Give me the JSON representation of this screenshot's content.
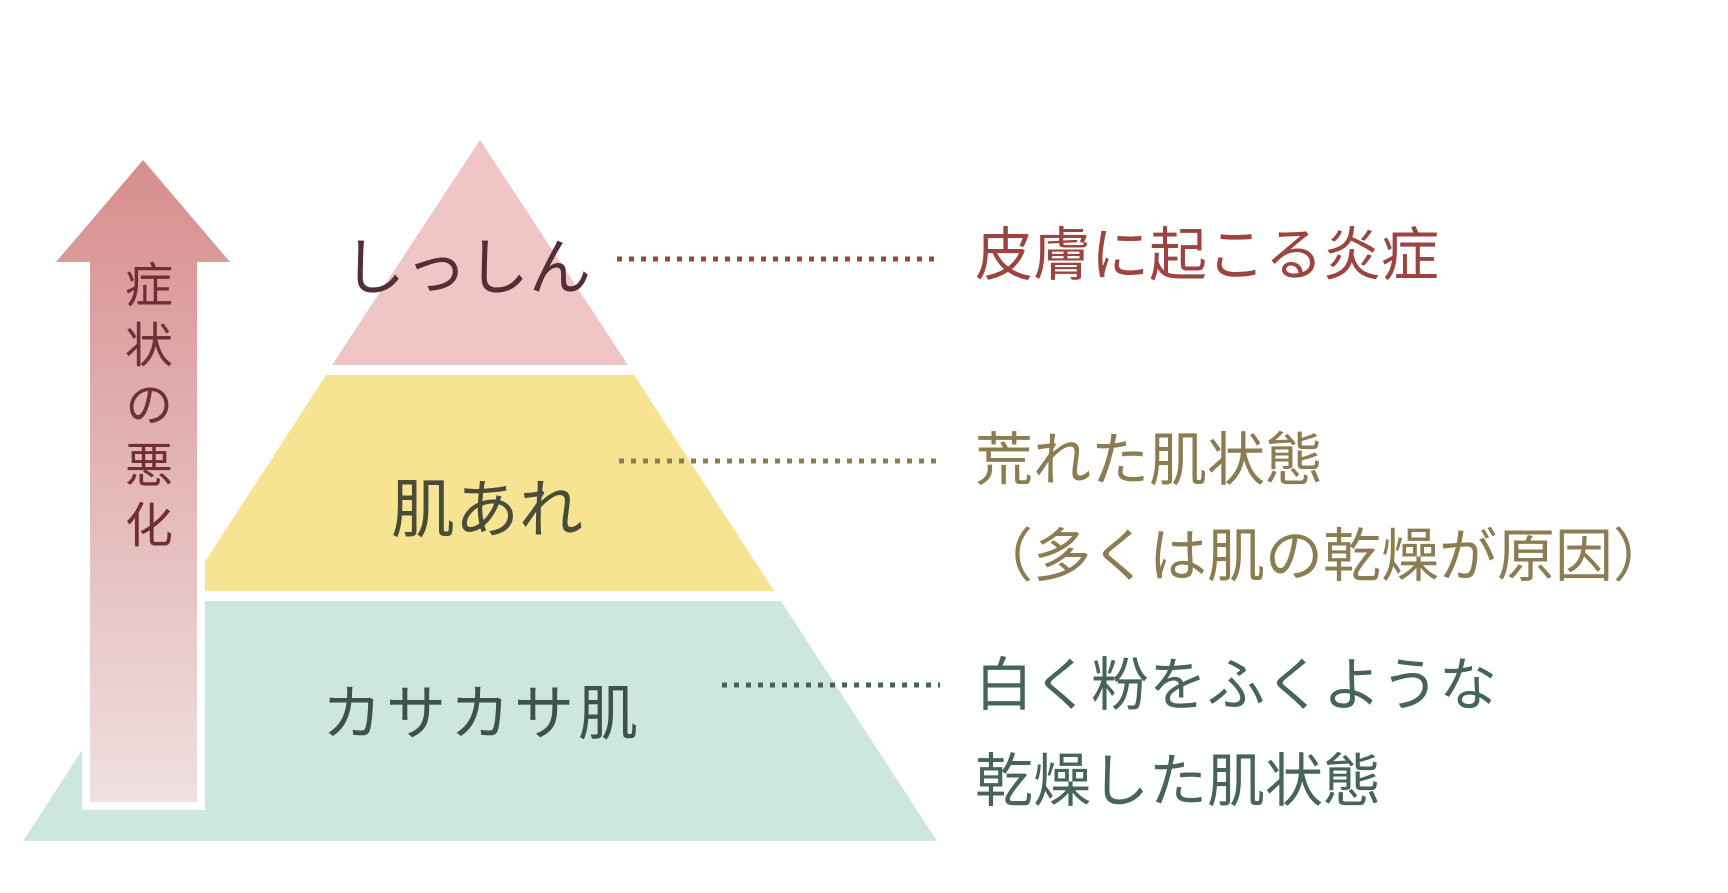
{
  "arrow": {
    "label": "症状の悪化",
    "label_color": "#6e2f36",
    "gradient_top": "#d78d8d",
    "gradient_bottom": "#f0e0e0",
    "outline_color": "#ffffff"
  },
  "pyramid": {
    "levels": [
      {
        "label": "しっしん",
        "fill": "#f0c5c5",
        "label_color": "#542e35"
      },
      {
        "label": "肌あれ",
        "fill": "#f6e493",
        "label_color": "#4b4b39"
      },
      {
        "label": "カサカサ肌",
        "fill": "#cee6e0",
        "label_color": "#3c5348"
      }
    ]
  },
  "annotations": [
    {
      "color": "#9c4440",
      "line1": "皮膚に起こる炎症",
      "line2": ""
    },
    {
      "color": "#8b7c52",
      "line1": "荒れた肌状態",
      "line2": "（多くは肌の乾燥が原因）"
    },
    {
      "color": "#47645a",
      "line1": "白く粉をふくような",
      "line2": "乾燥した肌状態"
    }
  ]
}
